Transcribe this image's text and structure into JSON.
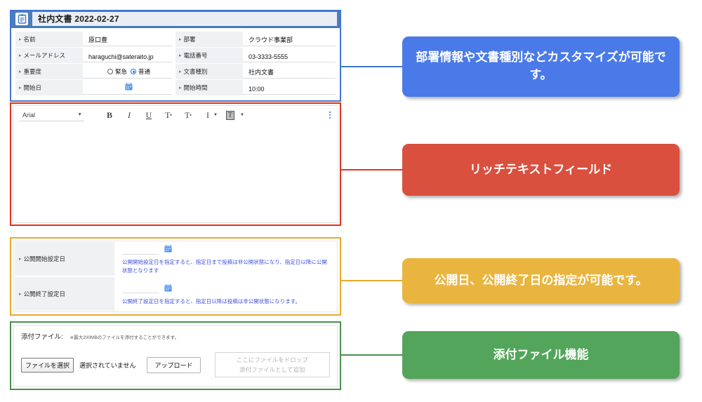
{
  "window": {
    "icon": "clipboard-document-icon",
    "title": "社内文書 2022-02-27"
  },
  "form": {
    "left_rows": [
      {
        "label": "名前",
        "value": "原口豊",
        "type": "text"
      },
      {
        "label": "メールアドレス",
        "value": "haraguchi@sateraito.jp",
        "type": "text"
      },
      {
        "label": "重要度",
        "type": "radio",
        "options": [
          {
            "label": "緊急",
            "selected": false
          },
          {
            "label": "普通",
            "selected": true
          }
        ]
      },
      {
        "label": "開始日",
        "value": "",
        "type": "date",
        "icon": "calendar-icon"
      }
    ],
    "right_rows": [
      {
        "label": "部署",
        "value": "クラウド事業部",
        "type": "text"
      },
      {
        "label": "電話番号",
        "value": "03-3333-5555",
        "type": "text"
      },
      {
        "label": "文書種別",
        "value": "社内文書",
        "type": "text"
      },
      {
        "label": "開始時間",
        "value": "10:00",
        "type": "text"
      }
    ]
  },
  "editor": {
    "font_select": {
      "value": "Arial",
      "icon": "chevron-down-icon"
    },
    "buttons": [
      {
        "name": "bold-button",
        "label": "B"
      },
      {
        "name": "italic-button",
        "label": "I"
      },
      {
        "name": "underline-button",
        "label": "U"
      },
      {
        "name": "superscript-button",
        "label": "T"
      },
      {
        "name": "subscript-button",
        "label": "T"
      },
      {
        "name": "text-color-button",
        "label": "I"
      },
      {
        "name": "highlight-color-button",
        "label": "T"
      }
    ],
    "overflow_icon": "kebab-menu-icon",
    "content": ""
  },
  "dates": {
    "rows": [
      {
        "label": "公開開始設定日",
        "value": "",
        "icon": "calendar-icon",
        "note": "公開開始設定日を指定すると、指定日まで投稿は非公開状態になり、指定日以降に公開状態となります"
      },
      {
        "label": "公開終了設定日",
        "value": "",
        "icon": "calendar-icon",
        "note": "公開終了設定日を指定すると、指定日以降は投稿は非公開状態になります。"
      }
    ]
  },
  "attachments": {
    "title": "添付ファイル:",
    "hint": "※最大200MBのファイルを添付することができます。",
    "choose_button": "ファイルを選択",
    "file_status": "選択されていません",
    "upload_button": "アップロード",
    "dropzone_line1": "ここにファイルをドロップ",
    "dropzone_line2": "添付ファイルとして追加"
  },
  "callouts": [
    {
      "text": "部署情報や文書種別などカスタマイズが可能です。",
      "color": "#4a7ae8"
    },
    {
      "text": "リッチテキストフィールド",
      "color": "#d9503f"
    },
    {
      "text": "公開日、公開終了日の指定が可能です。",
      "color": "#eab53f"
    },
    {
      "text": "添付ファイル機能",
      "color": "#52a55a"
    }
  ]
}
